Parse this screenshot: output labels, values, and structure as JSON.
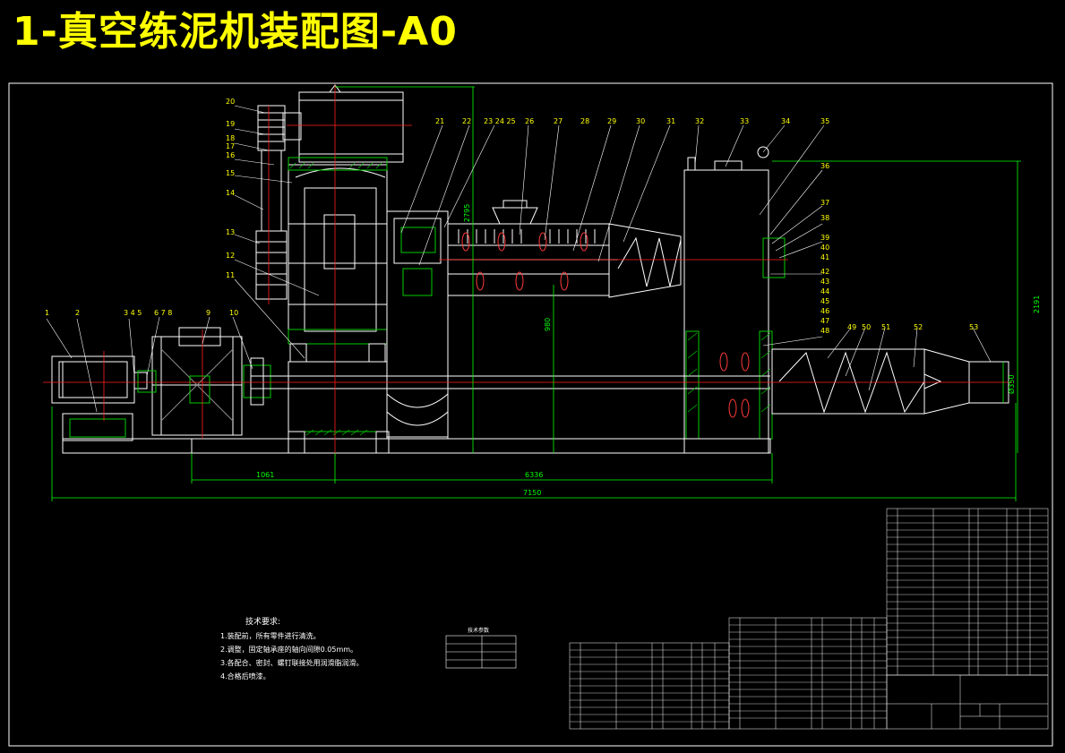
{
  "title": "1-真空练泥机装配图-A0",
  "parts": {
    "left": [
      "1",
      "2",
      "3 4 5",
      "6 7 8",
      "9",
      "10",
      "11",
      "12",
      "13",
      "14",
      "15",
      "16",
      "17",
      "18",
      "19",
      "20"
    ],
    "top": [
      "21",
      "22",
      "23 24 25",
      "26",
      "27",
      "28",
      "29",
      "30",
      "31",
      "32",
      "33",
      "34",
      "35"
    ],
    "right": [
      "36",
      "37",
      "38",
      "39",
      "40",
      "41",
      "42",
      "43",
      "44",
      "45",
      "46",
      "47",
      "48"
    ],
    "bottom": [
      "49",
      "50",
      "51",
      "52",
      "53"
    ]
  },
  "dimensions": {
    "height_total": "2795",
    "height_right": "2191",
    "mid": "1061",
    "span": "6336",
    "overall": "7150",
    "dia": "Ø350",
    "inner": "980"
  },
  "tech_req": {
    "heading": "技术要求:",
    "items": [
      "1.装配前，所有零件进行清洗。",
      "2.调整，固定轴承座的轴向间隙0.05mm。",
      "3.各配合、密封、螺钉联接处用润滑脂润滑。",
      "4.合格后喷漆。"
    ]
  },
  "tech_table_title": "技术参数",
  "colors": {
    "bg": "#000000",
    "title": "#ffff00",
    "line": "#ffffff",
    "dim": "#00ff00",
    "center": "#ff0000",
    "hatch": "#00cc00",
    "leader": "#ffff00",
    "blue": "#3b5bff"
  }
}
